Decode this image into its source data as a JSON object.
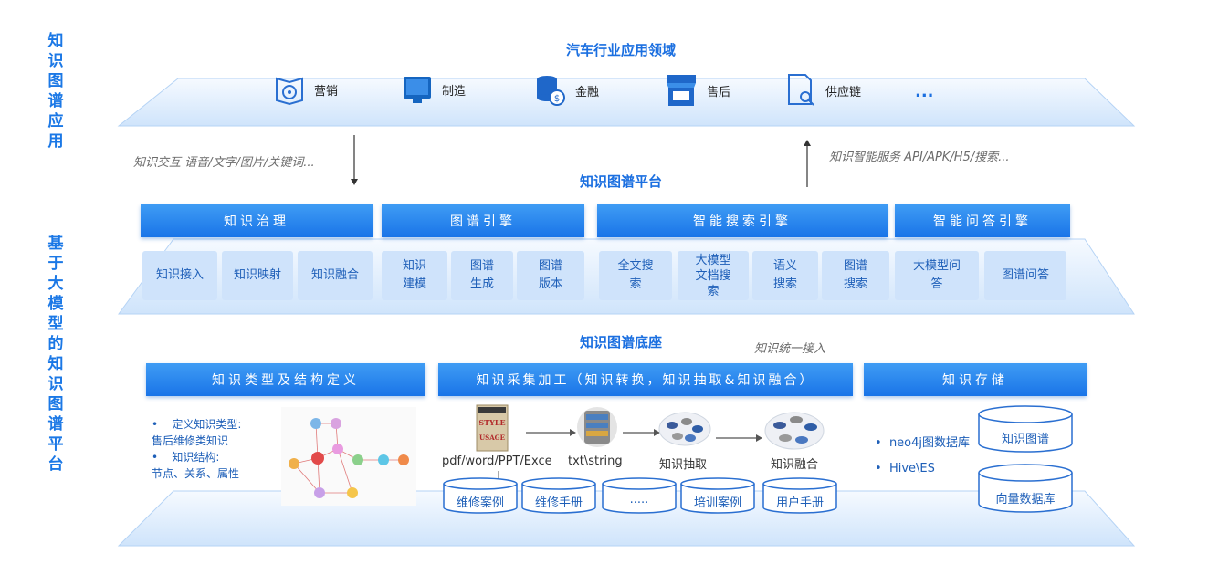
{
  "side": {
    "top_title": "知识图谱应用",
    "bottom_title": "基于大模型的知识图谱平台"
  },
  "app_layer": {
    "title": "汽车行业应用领域",
    "items": [
      {
        "label": "营销",
        "icon": "steering-book-icon"
      },
      {
        "label": "制造",
        "icon": "monitor-icon"
      },
      {
        "label": "金融",
        "icon": "coins-icon"
      },
      {
        "label": "售后",
        "icon": "shop-icon"
      },
      {
        "label": "供应链",
        "icon": "document-search-icon"
      }
    ],
    "more": "..."
  },
  "left_note": "知识交互 语音/文字/图片/关键词...",
  "right_note": "知识智能服务 API/APK/H5/搜索...",
  "platform_layer": {
    "title": "知识图谱平台",
    "groups": [
      {
        "header": "知识治理",
        "items": [
          "知识接入",
          "知识映射",
          "知识融合"
        ]
      },
      {
        "header": "图谱引擎",
        "items": [
          "知识建模",
          "图谱生成",
          "图谱版本"
        ]
      },
      {
        "header": "智能搜索引擎",
        "items": [
          "全文搜索",
          "大模型文档搜索",
          "语义搜索",
          "图谱搜索"
        ]
      },
      {
        "header": "智能问答引擎",
        "items": [
          "大模型问答",
          "图谱问答"
        ]
      }
    ]
  },
  "base_layer": {
    "title": "知识图谱底座",
    "unified_note": "知识统一接入",
    "sections": [
      {
        "header": "知识类型及结构定义"
      },
      {
        "header": "知识采集加工（知识转换，知识抽取&知识融合）"
      },
      {
        "header": "知识存储"
      }
    ],
    "definition_bullets": [
      {
        "bullet": "定义知识类型:",
        "detail": "售后维修类知识"
      },
      {
        "bullet": "知识结构:",
        "detail": "节点、关系、属性"
      }
    ],
    "pipeline": {
      "source_label": "pdf/word/PPT/Exce",
      "book_text": "STYLE USAGE",
      "convert_label": "txt\\string",
      "extract_label": "知识抽取",
      "fuse_label": "知识融合"
    },
    "sources": [
      "维修案例",
      "维修手册",
      ".....",
      "培训案例",
      "用户手册"
    ],
    "storage_bullets": [
      "neo4j图数据库",
      "Hive\\ES"
    ],
    "stores": [
      "知识图谱",
      "向量数据库"
    ]
  }
}
